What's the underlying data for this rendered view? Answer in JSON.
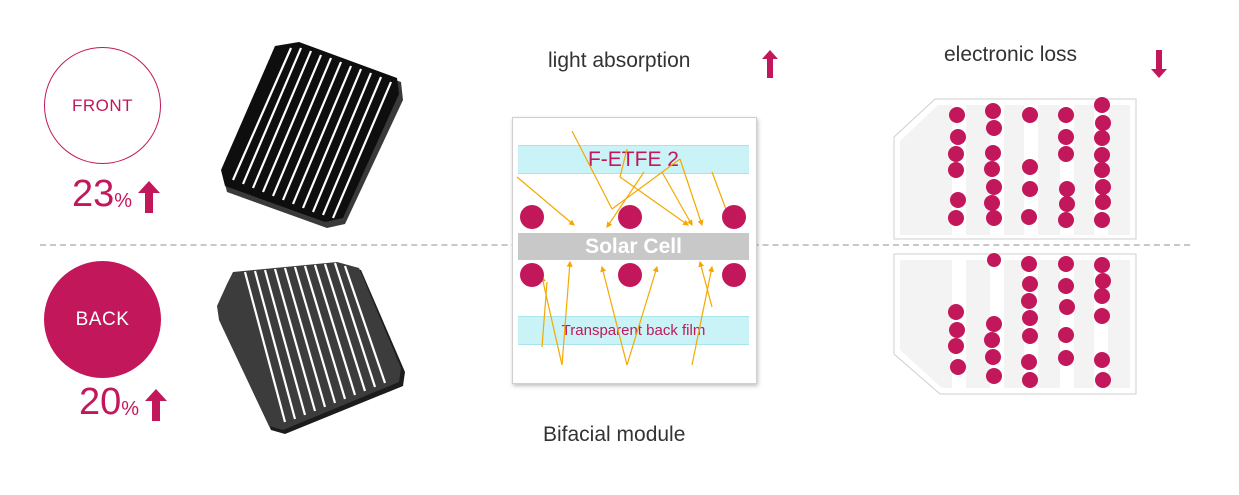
{
  "front": {
    "label": "FRONT",
    "percent_value": "23",
    "percent_unit": "%"
  },
  "back": {
    "label": "BACK",
    "percent_value": "20",
    "percent_unit": "%"
  },
  "diagram": {
    "light_absorption_label": "light absorption",
    "electronic_loss_label": "electronic loss",
    "film_top_label": "F-ETFE 2",
    "cell_label": "Solar Cell",
    "film_bottom_label": "Transparent back film",
    "caption": "Bifacial module"
  },
  "colors": {
    "accent": "#c2185b",
    "film": "#c9f3f6",
    "cell": "#c8c8c8",
    "ray": "#f5a800",
    "panel_dark": "#1a1a1a",
    "panel_back": "#3a3a3a"
  },
  "icons": {
    "increase": "arrow-up-icon",
    "decrease": "arrow-down-icon"
  }
}
